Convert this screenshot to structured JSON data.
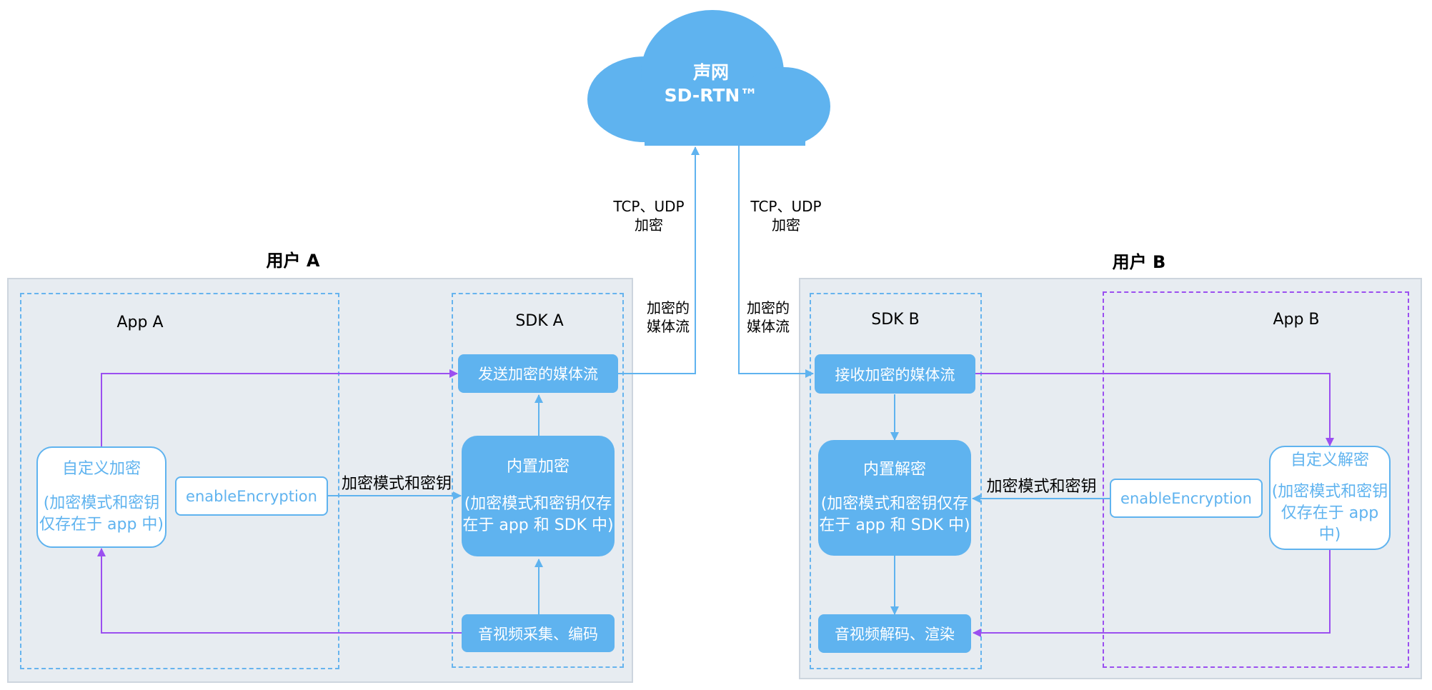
{
  "cloud": {
    "line1": "声网",
    "line2": "SD-RTN™"
  },
  "links": {
    "up_protocol_1": "TCP、UDP",
    "up_protocol_2": "加密",
    "down_protocol_1": "TCP、UDP",
    "down_protocol_2": "加密",
    "up_stream_1": "加密的",
    "up_stream_2": "媒体流",
    "down_stream_1": "加密的",
    "down_stream_2": "媒体流"
  },
  "user_a": {
    "title": "用户 A",
    "app_title": "App A",
    "sdk_title": "SDK A",
    "custom_title": "自定义加密",
    "custom_note_1": "(加密模式和密钥",
    "custom_note_2": "仅存在于 app 中)",
    "enable": "enableEncryption",
    "arrow_label": "加密模式和密钥",
    "send": "发送加密的媒体流",
    "builtin_title": "内置加密",
    "builtin_note_1": "(加密模式和密钥仅存",
    "builtin_note_2": "在于 app 和 SDK 中)",
    "capture": "音视频采集、编码"
  },
  "user_b": {
    "title": "用户 B",
    "app_title": "App B",
    "sdk_title": "SDK B",
    "custom_title": "自定义解密",
    "custom_note_1": "(加密模式和密钥",
    "custom_note_2": "仅存在于 app",
    "custom_note_3": "中)",
    "enable": "enableEncryption",
    "arrow_label": "加密模式和密钥",
    "receive": "接收加密的媒体流",
    "builtin_title": "内置解密",
    "builtin_note_1": "(加密模式和密钥仅存",
    "builtin_note_2": "在于 app 和 SDK 中)",
    "decode": "音视频解码、渲染"
  },
  "colors": {
    "blue": "#5fb3ef",
    "purple": "#9b4ff0",
    "panel": "#e7ecf1"
  }
}
